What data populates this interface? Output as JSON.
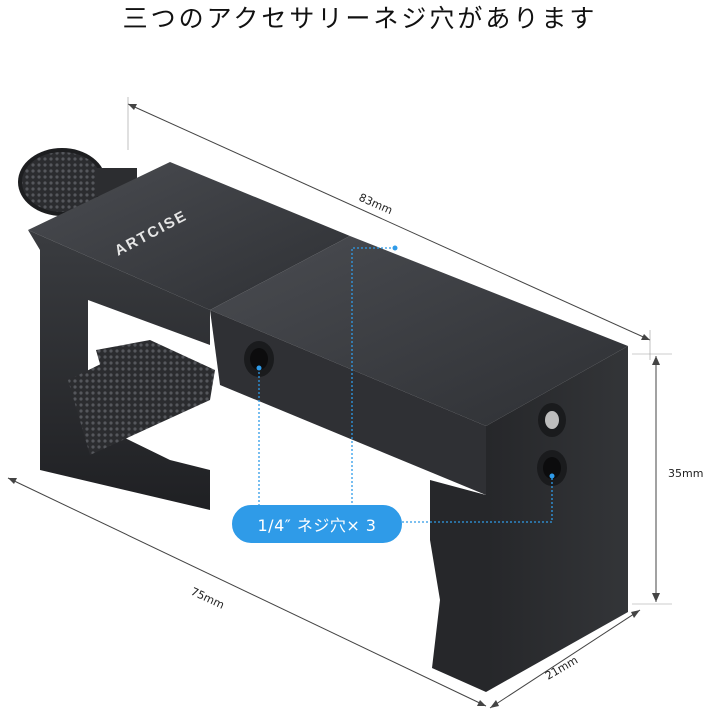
{
  "title": "三つのアクセサリーネジ穴があります",
  "dimensions": {
    "length_top": "83mm",
    "height": "35mm",
    "length_bottom": "75mm",
    "depth": "21mm"
  },
  "callout": {
    "label": "1/4″ ネジ穴× 3",
    "color": "#2f9be8"
  },
  "brand": {
    "logo_text": "ARTCISE"
  },
  "colors": {
    "body_dark": "#2a2b2e",
    "body_top": "#3b3d41",
    "accent": "#2f9be8"
  }
}
